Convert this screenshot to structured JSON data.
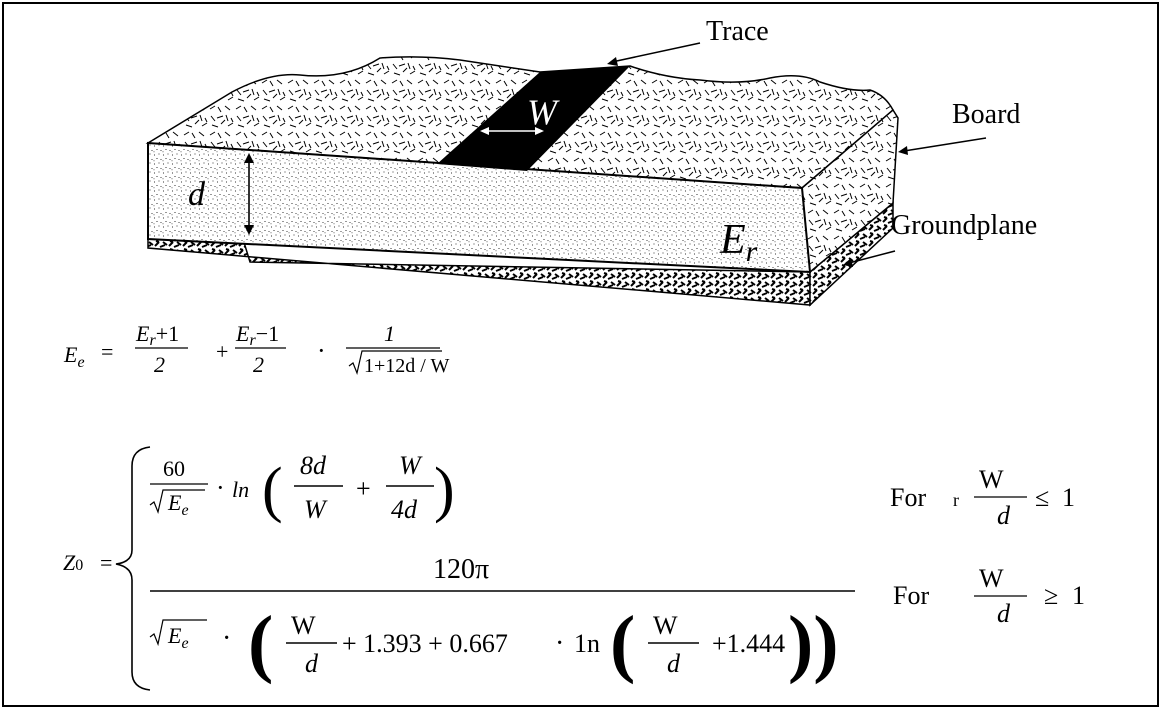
{
  "labels": {
    "trace": "Trace",
    "board": "Board",
    "groundplane": "Groundplane",
    "width": "W",
    "thickness": "d",
    "permittivity": "E",
    "permittivity_sub": "r"
  },
  "ee_formula": {
    "lhs": "E",
    "lhs_sub": "e",
    "equals": "=",
    "frac1_num": "E",
    "frac1_num_sub": "r",
    "frac1_num_tail": "+1",
    "frac1_den": "2",
    "plus": "+",
    "frac2_num": "E",
    "frac2_num_sub": "r",
    "frac2_num_tail": "−1",
    "frac2_den": "2",
    "dot": "·",
    "frac3_num": "1",
    "frac3_den": "1+12d / W"
  },
  "z0_formula": {
    "lhs": "Z",
    "lhs_sub": "0",
    "equals": "=",
    "case1": {
      "coef_num": "60",
      "coef_den": "E",
      "coef_den_sub": "e",
      "dot": "·",
      "ln": "ln",
      "paren_l": "(",
      "t1_num": "8d",
      "t1_den": "W",
      "plus": "+",
      "t2_num": "W",
      "t2_den": "4d",
      "paren_r": ")",
      "cond_for": "For",
      "cond_stray": "r",
      "cond_num": "W",
      "cond_den": "d",
      "cond_op": "≤",
      "cond_val": "1"
    },
    "case2": {
      "numerator": "120π",
      "den_sqrt": "E",
      "den_sqrt_sub": "e",
      "dot": "·",
      "paren_l": "(",
      "f1_num": "W",
      "f1_den": "d",
      "plus1": "+ 1.393 + 0.667",
      "dot2": "·",
      "ln": "1n",
      "paren_l2": "(",
      "f2_num": "W",
      "f2_den": "d",
      "plus2": "+1.444",
      "paren_r": "))",
      "cond_for": "For",
      "cond_num": "W",
      "cond_den": "d",
      "cond_op": "≥",
      "cond_val": "1"
    }
  },
  "colors": {
    "ink": "#000000",
    "paper": "#ffffff"
  }
}
